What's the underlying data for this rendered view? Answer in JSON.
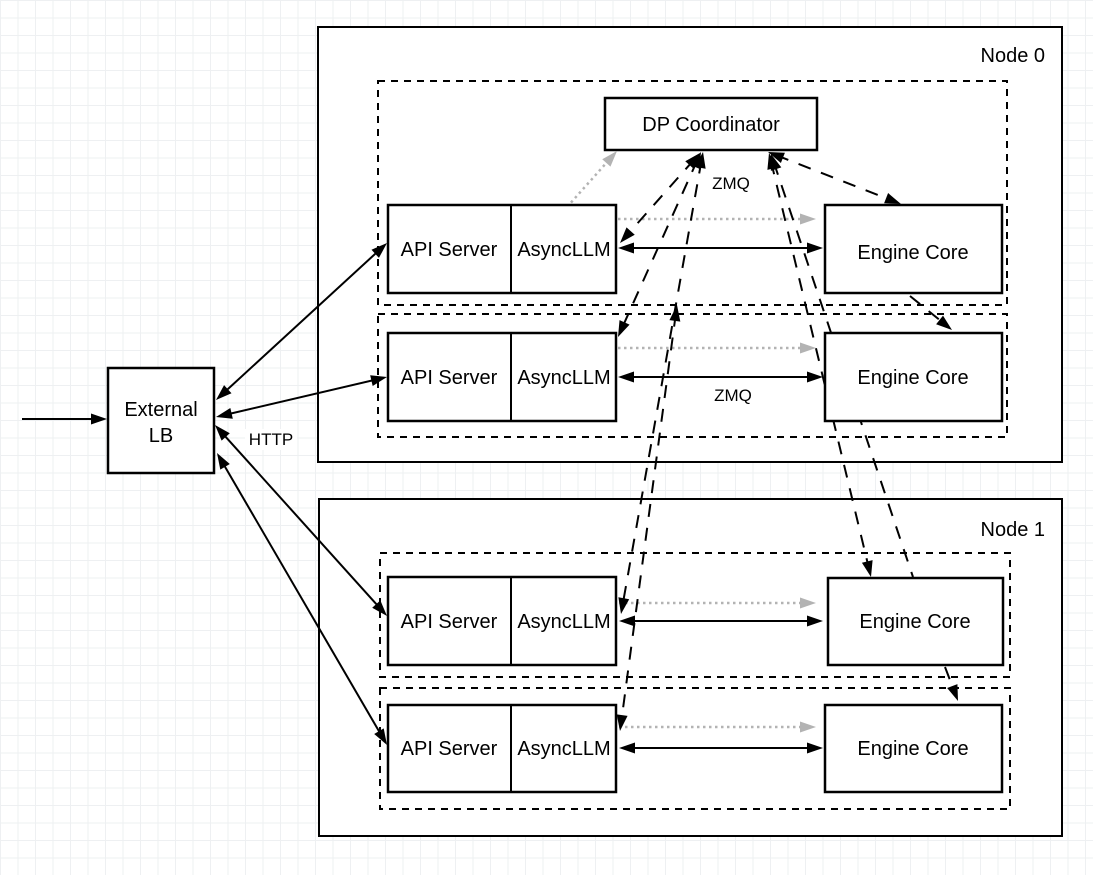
{
  "nodes": {
    "node0": {
      "label": "Node 0"
    },
    "node1": {
      "label": "Node 1"
    }
  },
  "blocks": {
    "external_lb": {
      "line1": "External",
      "line2": "LB"
    },
    "dp_coordinator": {
      "label": "DP Coordinator"
    },
    "api_server": {
      "label": "API Server"
    },
    "async_llm": {
      "label": "AsyncLLM"
    },
    "engine_core": {
      "label": "Engine Core"
    }
  },
  "edge_labels": {
    "zmq_coordinator": "ZMQ",
    "zmq_engine": "ZMQ",
    "http": "HTTP"
  },
  "colors": {
    "stroke": "#000000",
    "gray_link": "#b3b3b3",
    "box_fill": "#ffffff",
    "background": "#ffffff",
    "grid_line": "#eef0f2"
  },
  "edges": [
    {
      "from": "client",
      "to": "External LB",
      "style": "solid",
      "arrows": "end"
    },
    {
      "from": "External LB",
      "to": "API Server (Node 0, replica 1)",
      "style": "solid",
      "arrows": "both",
      "label": "HTTP"
    },
    {
      "from": "External LB",
      "to": "API Server (Node 0, replica 2)",
      "style": "solid",
      "arrows": "both",
      "label": "HTTP"
    },
    {
      "from": "External LB",
      "to": "API Server (Node 1, replica 1)",
      "style": "solid",
      "arrows": "both",
      "label": "HTTP"
    },
    {
      "from": "External LB",
      "to": "API Server (Node 1, replica 2)",
      "style": "solid",
      "arrows": "both",
      "label": "HTTP"
    },
    {
      "from": "AsyncLLM (Node 0, replica 1)",
      "to": "Engine Core (Node 0, replica 1)",
      "style": "solid",
      "arrows": "both",
      "label": "ZMQ"
    },
    {
      "from": "AsyncLLM (Node 0, replica 2)",
      "to": "Engine Core (Node 0, replica 2)",
      "style": "solid",
      "arrows": "both",
      "label": "ZMQ"
    },
    {
      "from": "AsyncLLM (Node 1, replica 1)",
      "to": "Engine Core (Node 1, replica 1)",
      "style": "solid",
      "arrows": "both"
    },
    {
      "from": "AsyncLLM (Node 1, replica 2)",
      "to": "Engine Core (Node 1, replica 2)",
      "style": "solid",
      "arrows": "both"
    },
    {
      "from": "AsyncLLM (Node 0, replica 1)",
      "to": "DP Coordinator",
      "style": "gray-dotted",
      "arrows": "end"
    },
    {
      "from": "AsyncLLM (Node 0, replica 1)",
      "to": "Engine Core (Node 0, replica 1)",
      "style": "gray-dotted",
      "arrows": "end"
    },
    {
      "from": "AsyncLLM (Node 0, replica 2)",
      "to": "Engine Core (Node 0, replica 2)",
      "style": "gray-dotted",
      "arrows": "end"
    },
    {
      "from": "AsyncLLM (Node 1, replica 1)",
      "to": "Engine Core (Node 1, replica 1)",
      "style": "gray-dotted",
      "arrows": "end"
    },
    {
      "from": "AsyncLLM (Node 1, replica 2)",
      "to": "Engine Core (Node 1, replica 2)",
      "style": "gray-dotted",
      "arrows": "end"
    },
    {
      "from": "DP Coordinator",
      "to": "AsyncLLM (Node 0, replica 1)",
      "style": "dashed",
      "arrows": "both",
      "label": "ZMQ"
    },
    {
      "from": "DP Coordinator",
      "to": "AsyncLLM (Node 0, replica 2)",
      "style": "dashed",
      "arrows": "both",
      "label": "ZMQ"
    },
    {
      "from": "DP Coordinator",
      "to": "AsyncLLM (Node 1, replica 1)",
      "style": "dashed",
      "arrows": "both",
      "label": "ZMQ"
    },
    {
      "from": "DP Coordinator",
      "to": "AsyncLLM (Node 1, replica 2)",
      "style": "dashed",
      "arrows": "both",
      "label": "ZMQ"
    },
    {
      "from": "DP Coordinator",
      "to": "Engine Core (Node 0, replica 1)",
      "style": "dashed",
      "arrows": "both"
    },
    {
      "from": "DP Coordinator",
      "to": "Engine Core (Node 1, replica 1)",
      "style": "dashed",
      "arrows": "both"
    },
    {
      "from": "Engine Core (Node 0, replica 1)",
      "to": "Engine Core (Node 0, replica 2)",
      "style": "dashed",
      "arrows": "end"
    },
    {
      "from": "Engine Core (Node 1, replica 1)",
      "to": "Engine Core (Node 1, replica 2)",
      "style": "dashed",
      "arrows": "end"
    }
  ]
}
